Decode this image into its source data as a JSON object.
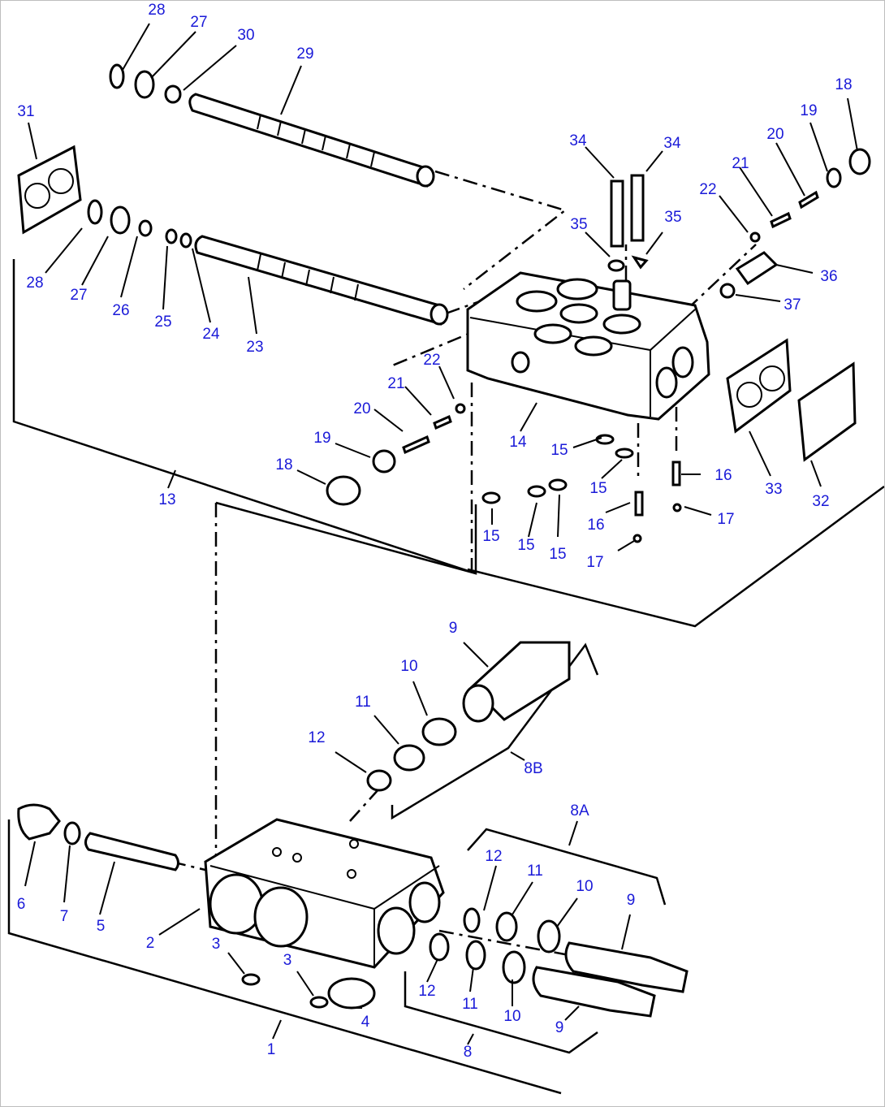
{
  "diagram": {
    "labels": [
      "1",
      "2",
      "3",
      "3",
      "4",
      "5",
      "6",
      "7",
      "8",
      "8A",
      "8B",
      "9",
      "9",
      "9",
      "10",
      "10",
      "10",
      "11",
      "11",
      "11",
      "12",
      "12",
      "12",
      "13",
      "14",
      "15",
      "15",
      "15",
      "15",
      "15",
      "16",
      "16",
      "17",
      "17",
      "18",
      "18",
      "19",
      "19",
      "20",
      "20",
      "21",
      "21",
      "22",
      "22",
      "23",
      "24",
      "25",
      "26",
      "27",
      "27",
      "28",
      "28",
      "29",
      "30",
      "31",
      "32",
      "33",
      "34",
      "34",
      "35",
      "35",
      "36",
      "37"
    ]
  }
}
